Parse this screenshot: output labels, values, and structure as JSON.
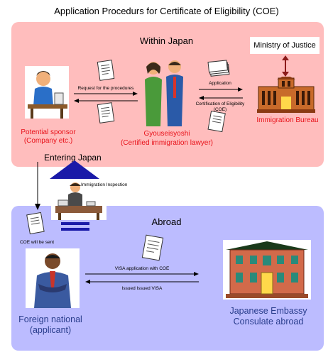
{
  "title": "Application Procedurs for Certificate of Eligibility (COE)",
  "within_japan": {
    "heading": "Within Japan",
    "ministry": "Ministry of Justice",
    "immigration_bureau": "Immigration Bureau",
    "sponsor_line1": "Potential sponsor",
    "sponsor_line2": "(Company etc.)",
    "lawyer_line1": "Gyouseisyoshi",
    "lawyer_line2": "(Certified immigration lawyer)",
    "request_label": "Request for the procedures",
    "application_label": "Application",
    "cert_label_line1": "Certification of Eligibility",
    "cert_label_line2": "(COE)"
  },
  "entering_japan": {
    "label": "Entering Japan",
    "inspection_label": "Immigration Inspection"
  },
  "abroad": {
    "heading": "Abroad",
    "coe_sent_label": "COE will be sent",
    "foreign_line1": "Foreign national",
    "foreign_line2": "(applicant)",
    "visa_application_label": "VISA application with COE",
    "issued_visa_label": "Issued Issued VISA",
    "embassy_line1": "Japanese Embassy",
    "embassy_line2": "Consulate abroad"
  },
  "colors": {
    "japan_panel": "#ffbdbd",
    "abroad_panel": "#bcbcff",
    "red_text": "#e8121a",
    "blue_text": "#283c8c",
    "entry_arrow": "#1a1aa8"
  }
}
